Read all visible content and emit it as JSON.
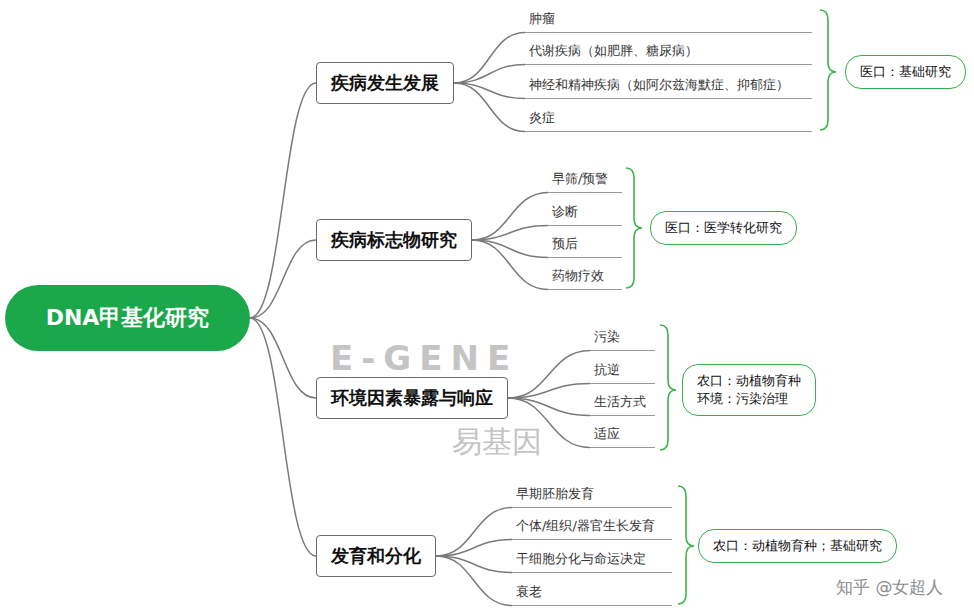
{
  "diagram": {
    "nodes": [
      {
        "text": [
          "DNA甲基化研究"
        ]
      },
      {
        "text": [
          "疾病发生发展"
        ]
      },
      {
        "text": [
          "肿瘤"
        ]
      },
      {
        "text": [
          "代谢疾病（如肥胖、糖尿病）"
        ]
      },
      {
        "text": [
          "神经和精神疾病（如阿尔兹海默症、抑郁症）"
        ]
      },
      {
        "text": [
          "炎症"
        ]
      },
      {
        "text": [
          "医口：基础研究"
        ]
      },
      {
        "text": [
          "疾病标志物研究"
        ]
      },
      {
        "text": [
          "早筛/预警"
        ]
      },
      {
        "text": [
          "诊断"
        ]
      },
      {
        "text": [
          "预后"
        ]
      },
      {
        "text": [
          "药物疗效"
        ]
      },
      {
        "text": [
          "医口：医学转化研究"
        ]
      },
      {
        "text": [
          "环境因素暴露与响应"
        ]
      },
      {
        "text": [
          "污染"
        ]
      },
      {
        "text": [
          "抗逆"
        ]
      },
      {
        "text": [
          "生活方式"
        ]
      },
      {
        "text": [
          "适应"
        ]
      },
      {
        "text": [
          "农口：动植物育种",
          "环境：污染治理"
        ]
      },
      {
        "text": [
          "发育和分化"
        ]
      },
      {
        "text": [
          "早期胚胎发育"
        ]
      },
      {
        "text": [
          "个体/组织/器官生长发育"
        ]
      },
      {
        "text": [
          "干细胞分化与命运决定"
        ]
      },
      {
        "text": [
          "衰老"
        ]
      },
      {
        "text": [
          "农口：动植物育种；基础研究"
        ]
      }
    ],
    "edges": [
      {
        "from": 0,
        "to": 1,
        "arrow": "none"
      },
      {
        "from": 1,
        "to": 2,
        "arrow": "none"
      },
      {
        "from": 1,
        "to": 3,
        "arrow": "none"
      },
      {
        "from": 1,
        "to": 4,
        "arrow": "none"
      },
      {
        "from": 1,
        "to": 5,
        "arrow": "none"
      },
      {
        "from": 0,
        "to": 7,
        "arrow": "none"
      },
      {
        "from": 7,
        "to": 8,
        "arrow": "none"
      },
      {
        "from": 7,
        "to": 9,
        "arrow": "none"
      },
      {
        "from": 7,
        "to": 10,
        "arrow": "none"
      },
      {
        "from": 7,
        "to": 11,
        "arrow": "none"
      },
      {
        "from": 0,
        "to": 13,
        "arrow": "none"
      },
      {
        "from": 13,
        "to": 14,
        "arrow": "none"
      },
      {
        "from": 13,
        "to": 15,
        "arrow": "none"
      },
      {
        "from": 13,
        "to": 16,
        "arrow": "none"
      },
      {
        "from": 13,
        "to": 17,
        "arrow": "none"
      },
      {
        "from": 0,
        "to": 19,
        "arrow": "none"
      },
      {
        "from": 19,
        "to": 20,
        "arrow": "none"
      },
      {
        "from": 19,
        "to": 21,
        "arrow": "none"
      },
      {
        "from": 19,
        "to": 22,
        "arrow": "none"
      },
      {
        "from": 19,
        "to": 23,
        "arrow": "none"
      }
    ],
    "labels": [
      "E-GENE",
      "易基因",
      "知乎 @女超人"
    ]
  }
}
